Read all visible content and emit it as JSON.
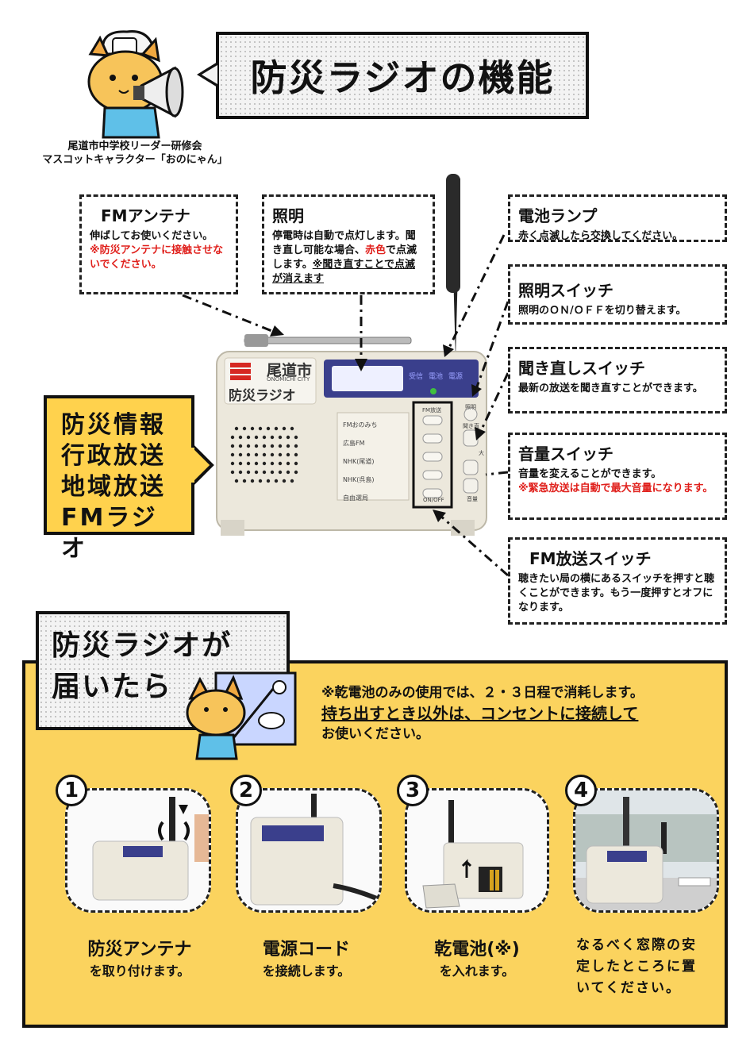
{
  "title": "防災ラジオの機能",
  "mascot_caption": [
    "尾道市中学校リーダー研修会",
    "マスコットキャラクター「おのにゃん」"
  ],
  "callouts": {
    "fm_antenna": {
      "title": "FMアンテナ",
      "line1": "伸ばしてお使いください。",
      "warn": "※防災アンテナに接触させないでください。"
    },
    "light": {
      "title": "照明",
      "line1": "停電時は自動で点灯します。聞き直し可能な場合、",
      "red": "赤色",
      "line2": "で点滅します。",
      "ul": "※聞き直すことで点滅が消えます"
    },
    "battery_lamp": {
      "title": "電池ランプ",
      "body": "赤く点滅したら交換してください。"
    },
    "light_switch": {
      "title": "照明スイッチ",
      "body": "照明のＯＮ/ＯＦＦを切り替えます。"
    },
    "replay_switch": {
      "title": "聞き直しスイッチ",
      "body": "最新の放送を聞き直すことができます。"
    },
    "volume_switch": {
      "title": "音量スイッチ",
      "body": "音量を変えることができます。",
      "warn": "※緊急放送は自動で最大音量になります。"
    },
    "fm_switch": {
      "title": "FM放送スイッチ",
      "body": "聴きたい局の横にあるスイッチを押すと聴くことができます。もう一度押すとオフになります。"
    }
  },
  "info_lines": [
    "防災情報",
    "行政放送",
    "地域放送",
    "FMラジオ"
  ],
  "radio": {
    "brand": "尾道市",
    "brand_sub": "ONOMICHI CITY",
    "model": "防災ラジオ",
    "lamps": [
      "受信",
      "電池",
      "電源"
    ],
    "stations": [
      "FMおのみち",
      "広島FM",
      "NHK(尾道)",
      "NHK(呉島)",
      "自由選局"
    ],
    "fm_label": "FM放送",
    "onoff": "ON/OFF",
    "light_lbl": "照明",
    "replay_lbl": "聞き直",
    "vol_lbl": "音量",
    "vol_high": "大"
  },
  "arrival_title": [
    "防災ラジオが",
    "届いたら"
  ],
  "note": {
    "line1": "※乾電池のみの使用では、２・３日程で消耗します。",
    "line2": "持ち出すとき以外は、コンセントに接続して",
    "line3": "お使いください。"
  },
  "steps": [
    {
      "num": "1",
      "title": "防災アンテナ",
      "sub": "を取り付けます。"
    },
    {
      "num": "2",
      "title": "電源コード",
      "sub": "を接続します。"
    },
    {
      "num": "3",
      "title": "乾電池(※)",
      "sub": "を入れます。"
    },
    {
      "num": "4",
      "title": "",
      "sub": "なるべく窓際の安定したところに置いてください。"
    }
  ],
  "colors": {
    "yellow": "#fbd35e",
    "info_yellow": "#ffd24d",
    "red": "#e0201c",
    "radio_body": "#ece8dc",
    "led": "#3fbf3f"
  }
}
